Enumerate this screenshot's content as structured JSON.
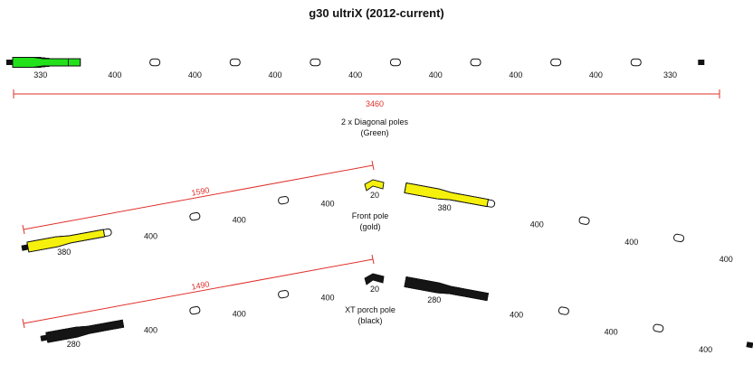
{
  "title": "g30 ultriX (2012-current)",
  "colors": {
    "green": "#22e01a",
    "gold": "#f5f00c",
    "black": "#151515",
    "dimension": "#e0302a",
    "connector_fill": "#ffffff"
  },
  "diagonal_poles": {
    "lengths": [
      "330",
      "400",
      "400",
      "400",
      "400",
      "400",
      "400",
      "400",
      "330"
    ],
    "total": "3460",
    "caption_line1": "2 x Diagonal poles",
    "caption_line2": "(Green)"
  },
  "front_pole": {
    "left_lengths": [
      "380",
      "400",
      "400",
      "400"
    ],
    "apex": "20",
    "right_lengths": [
      "380",
      "400",
      "400",
      "400"
    ],
    "half_span": "1590",
    "caption_line1": "Front pole",
    "caption_line2": "(gold)"
  },
  "xt_porch_pole": {
    "left_lengths": [
      "280",
      "400",
      "400",
      "400"
    ],
    "apex": "20",
    "right_lengths": [
      "280",
      "400",
      "400",
      "400"
    ],
    "half_span": "1490",
    "caption_line1": "XT porch pole",
    "caption_line2": "(black)"
  }
}
